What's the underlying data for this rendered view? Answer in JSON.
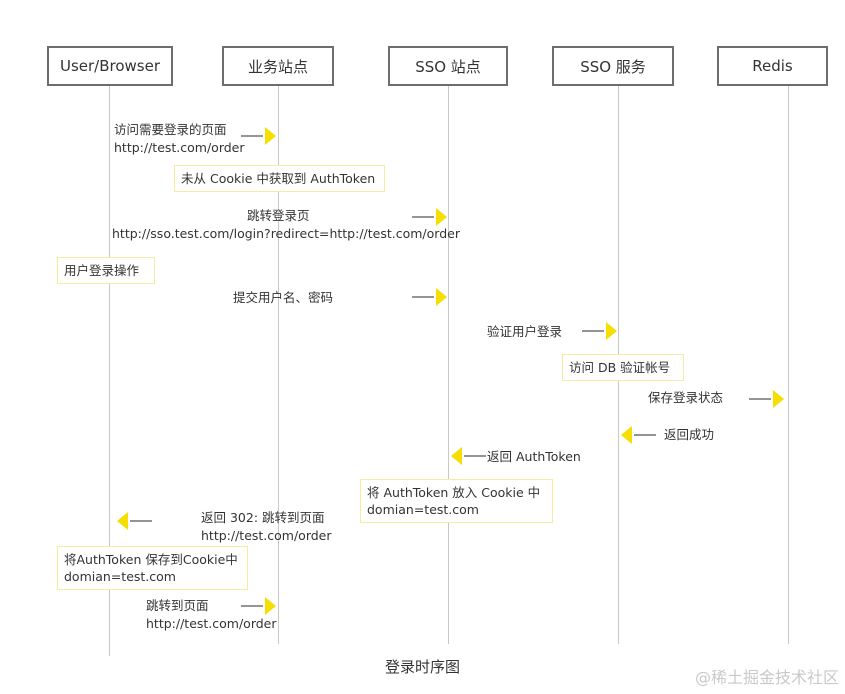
{
  "actors": [
    {
      "name": "User/Browser"
    },
    {
      "name": "业务站点"
    },
    {
      "name": "SSO 站点"
    },
    {
      "name": "SSO 服务"
    },
    {
      "name": "Redis"
    }
  ],
  "messages": [
    {
      "line1": "访问需要登录的页面",
      "line2": "http://test.com/order"
    },
    {
      "line1": "跳转登录页",
      "line2": "http://sso.test.com/login?redirect=http://test.com/order"
    },
    {
      "line1": "提交用户名、密码"
    },
    {
      "line1": "验证用户登录"
    },
    {
      "line1": "保存登录状态"
    },
    {
      "line1": "返回成功"
    },
    {
      "line1": "返回 AuthToken"
    },
    {
      "line1": "返回 302: 跳转到页面",
      "line2": "http://test.com/order"
    },
    {
      "line1": "跳转到页面",
      "line2": "http://test.com/order"
    }
  ],
  "notes": [
    {
      "line1": "未从 Cookie 中获取到 AuthToken"
    },
    {
      "line1": "用户登录操作"
    },
    {
      "line1": "访问 DB 验证帐号"
    },
    {
      "line1": "将 AuthToken 放入 Cookie 中",
      "line2": "domian=test.com"
    },
    {
      "line1": "将AuthToken 保存到Cookie中",
      "line2": "domian=test.com"
    }
  ],
  "caption": "登录时序图",
  "watermark": "@稀土掘金技术社区",
  "colors": {
    "arrow": "#f5de00",
    "note_border": "#f2eda0",
    "lifeline": "#c8c8c8",
    "actor_border": "#6d6d6d"
  }
}
